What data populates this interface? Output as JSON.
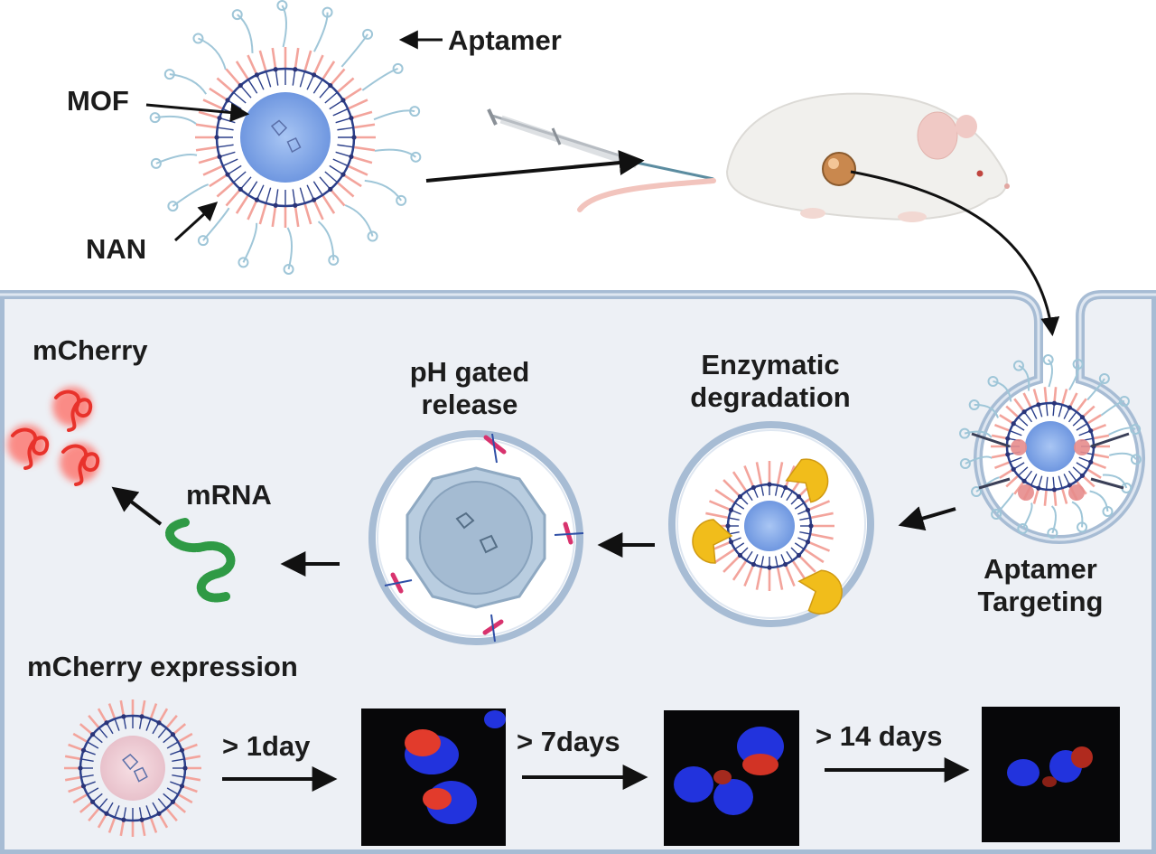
{
  "labels": {
    "aptamer": "Aptamer",
    "mof": "MOF",
    "nan": "NAN",
    "mcherry": "mCherry",
    "mrna": "mRNA",
    "ph_gated": "pH gated",
    "release": "release",
    "enzymatic": "Enzymatic",
    "degradation": "degradation",
    "aptamer_t": "Aptamer",
    "targeting": "Targeting",
    "expression": "mCherry expression"
  },
  "timeline": [
    {
      "label": "> 1day"
    },
    {
      "label": "> 7days"
    },
    {
      "label": "> 14 days"
    }
  ],
  "colors": {
    "membrane": "#a9bed6",
    "cell_bg": "#edf0f5",
    "core": "#8fb2ea",
    "aptamer": "#9fc6d8",
    "spike": "#f3a49c",
    "ring": "#2b3f8a",
    "mcherry": "#e8322b",
    "mrna": "#2f9a45",
    "enzyme": "#f1bd1b",
    "nucleus": "#2233dd"
  }
}
